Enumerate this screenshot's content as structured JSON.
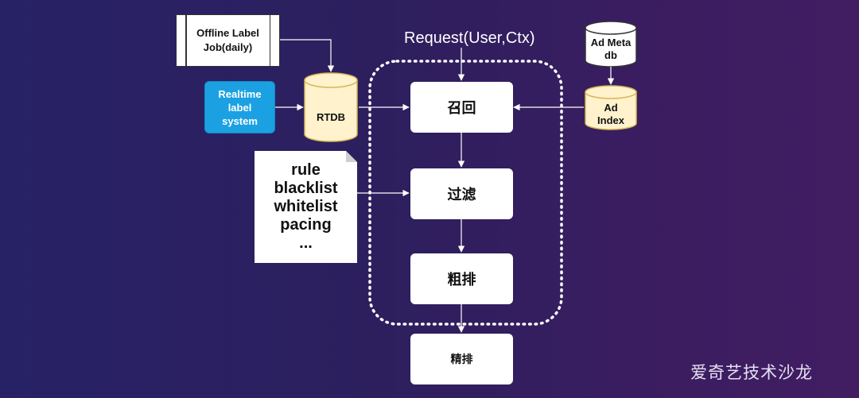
{
  "request_label": "Request(User,Ctx)",
  "offline_job": {
    "line1": "Offline Label",
    "line2": "Job(daily)"
  },
  "realtime_system": {
    "line1": "Realtime",
    "line2": "label",
    "line3": "system"
  },
  "rtdb_label": "RTDB",
  "ad_meta": {
    "line1": "Ad Meta",
    "line2": "db"
  },
  "ad_index": {
    "line1": "Ad",
    "line2": "Index"
  },
  "rules_note": [
    "rule",
    "blacklist",
    "whitelist",
    "pacing",
    "..."
  ],
  "stages": {
    "recall": "召回",
    "filter": "过滤",
    "coarse_rank": "粗排",
    "fine_rank": "精排"
  },
  "watermark": "爱奇艺技术沙龙",
  "colors": {
    "database_fill": "#fff2cc",
    "database_stroke": "#d6b656",
    "realtime_fill": "#1ba1e2",
    "connector": "#ffffff"
  }
}
